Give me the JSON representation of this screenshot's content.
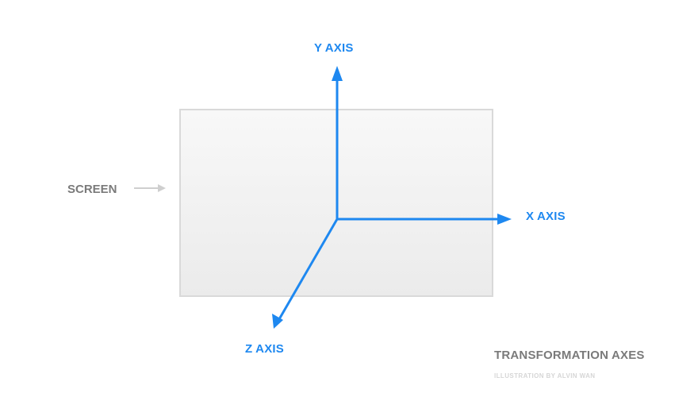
{
  "labels": {
    "y_axis": "Y AXIS",
    "x_axis": "X AXIS",
    "z_axis": "Z AXIS",
    "screen": "SCREEN",
    "title": "TRANSFORMATION AXES",
    "credit": "ILLUSTRATION BY ALVIN WAN"
  },
  "colors": {
    "axis": "#1e88f0",
    "screen_fill_top": "#f7f7f7",
    "screen_fill_bottom": "#ebebeb",
    "screen_border": "#d9d9d9",
    "screen_arrow": "#cfcfcf",
    "title": "#7a7a7a",
    "credit": "#d6d6d6"
  }
}
